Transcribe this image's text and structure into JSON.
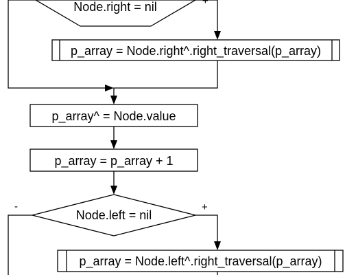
{
  "flowchart": {
    "decision_top": {
      "label": "Node.right = nil"
    },
    "process_right": {
      "label": "p_array = Node.right^.right_traversal(p_array)"
    },
    "assign_value": {
      "label": "p_array^ = Node.value"
    },
    "increment": {
      "label": "p_array = p_array + 1"
    },
    "decision_left": {
      "label": "Node.left = nil",
      "no_branch": "-",
      "yes_branch": "+"
    },
    "process_left": {
      "label": "p_array = Node.left^.right_traversal(p_array)"
    }
  }
}
